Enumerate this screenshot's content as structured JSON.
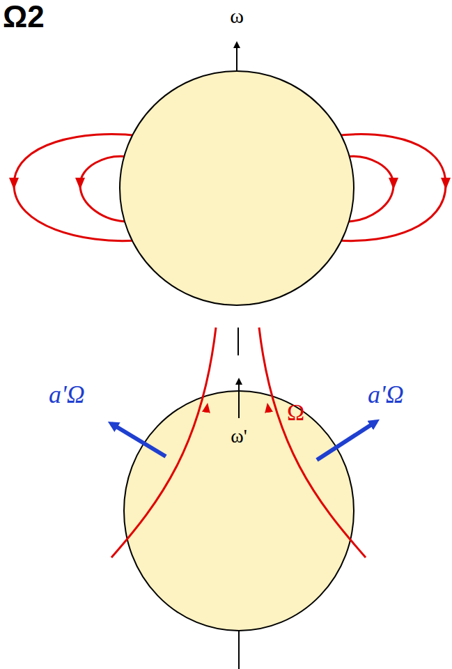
{
  "diagram": {
    "labels": [
      "Ω2",
      "ω",
      "Ω",
      "ω'",
      "a'Ω",
      "a'Ω"
    ]
  }
}
